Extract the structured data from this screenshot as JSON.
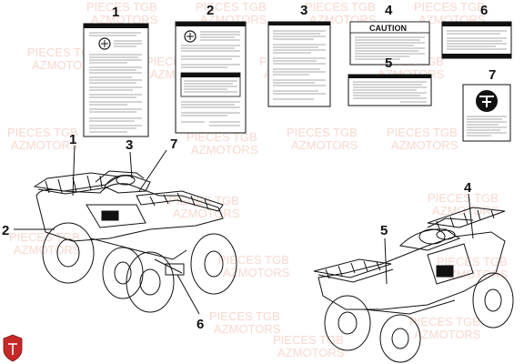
{
  "watermark": {
    "line1": "PIECES TGB",
    "line2": "AZMOTORS",
    "color": "#f3b9a8"
  },
  "callouts": {
    "c1": "1",
    "c2": "2",
    "c3": "3",
    "c4": "4",
    "c5": "5",
    "c6": "6",
    "c7": "7"
  },
  "decal_caution_title": "CAUTION",
  "brand_mark_icon": "red-shield-logo-icon"
}
